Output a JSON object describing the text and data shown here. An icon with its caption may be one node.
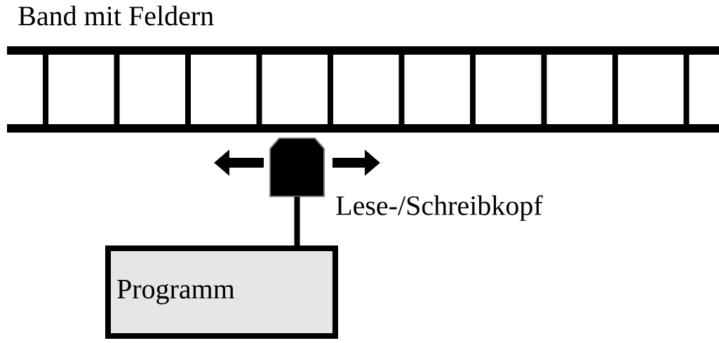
{
  "diagram": {
    "nodes": [
      {
        "text": [
          "Band mit Feldern"
        ]
      },
      {
        "text": [],
        "shape": "box",
        "beside": [
          "Lese-/Schreibkopf"
        ]
      },
      {
        "text": [
          "Programm"
        ]
      }
    ],
    "edges": [
      {
        "from": 1,
        "to": 2,
        "arrow": "none"
      }
    ]
  }
}
